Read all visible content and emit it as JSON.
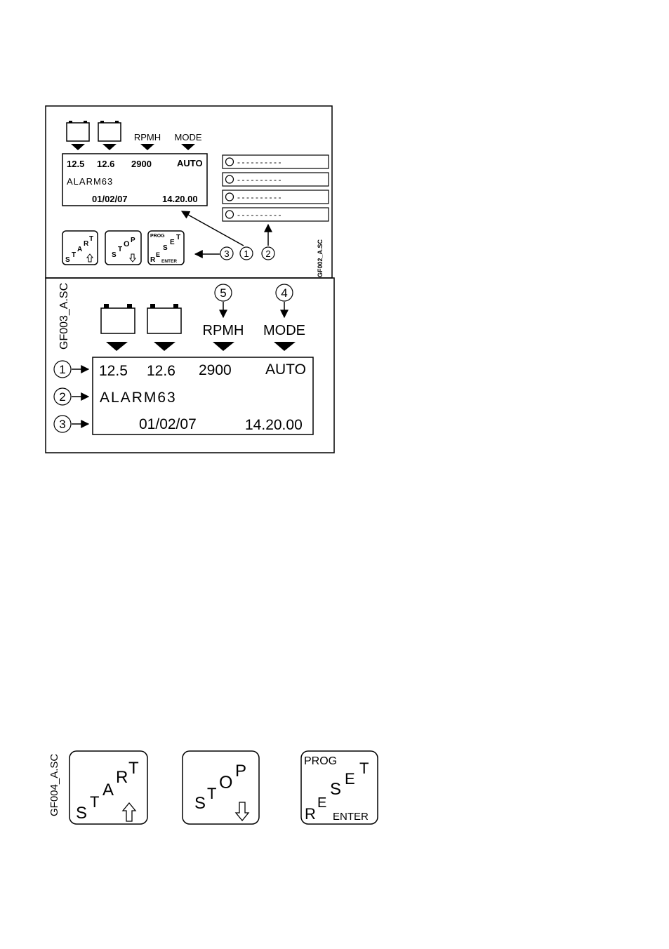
{
  "figure1": {
    "code": "GF002_A.SC",
    "labels": {
      "rpmh": "RPMH",
      "mode": "MODE"
    },
    "display": {
      "battery1": "12.5",
      "battery2": "12.6",
      "rpm": "2900",
      "mode": "AUTO",
      "alarm": "ALARM63",
      "date": "01/02/07",
      "time": "14.20.00"
    },
    "led_strip": "----------",
    "buttons": {
      "start": [
        "S",
        "T",
        "A",
        "R",
        "T"
      ],
      "stop": [
        "S",
        "T",
        "O",
        "P"
      ],
      "reset": {
        "prog": "PROG",
        "letters": [
          "R",
          "E",
          "S",
          "E",
          "T"
        ],
        "enter": "ENTER"
      }
    },
    "callouts": [
      "3",
      "1",
      "2"
    ]
  },
  "figure2": {
    "code": "GF003_A.SC",
    "labels": {
      "rpmh": "RPMH",
      "mode": "MODE"
    },
    "display": {
      "battery1": "12.5",
      "battery2": "12.6",
      "rpm": "2900",
      "mode": "AUTO",
      "alarm": "ALARM63",
      "date": "01/02/07",
      "time": "14.20.00"
    },
    "callouts": {
      "rpmh": "5",
      "mode": "4",
      "line1": "1",
      "line2": "2",
      "line3": "3"
    }
  },
  "figure3": {
    "code": "GF004_A.SC",
    "buttons": {
      "start": [
        "S",
        "T",
        "A",
        "R",
        "T"
      ],
      "stop": [
        "S",
        "T",
        "O",
        "P"
      ],
      "reset": {
        "prog": "PROG",
        "letters": [
          "R",
          "E",
          "S",
          "E",
          "T"
        ],
        "enter": "ENTER"
      }
    }
  }
}
